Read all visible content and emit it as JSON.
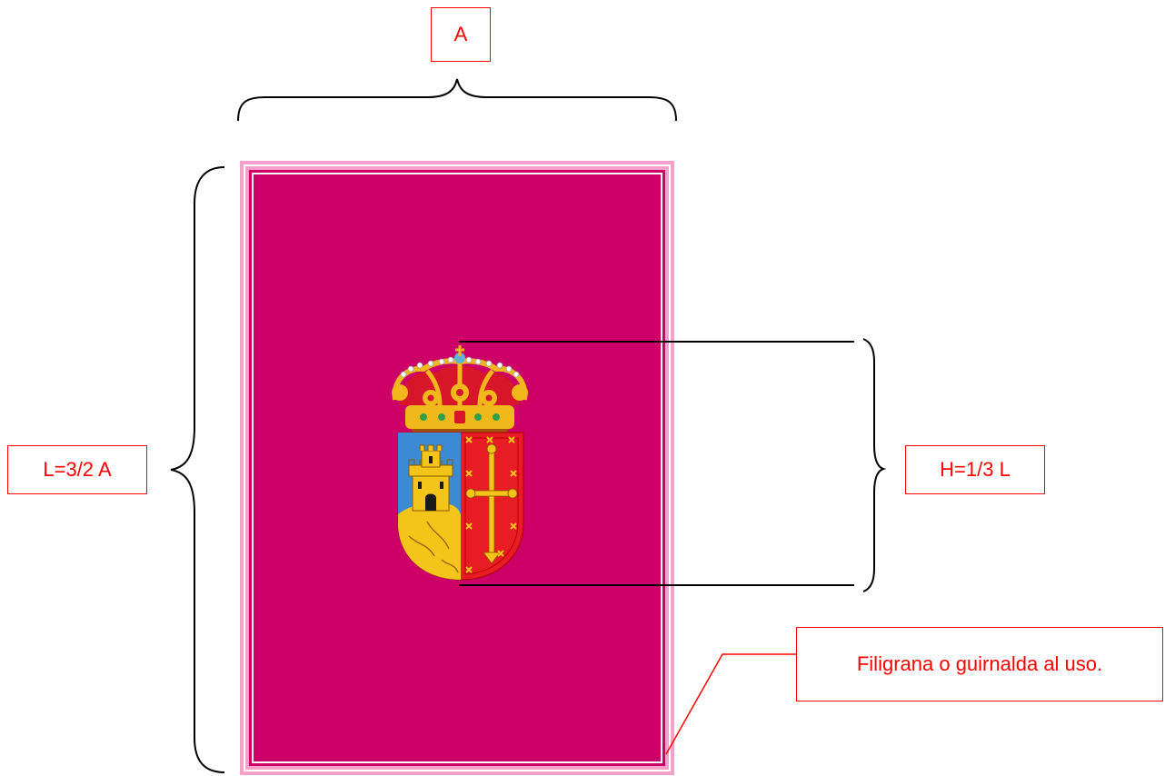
{
  "labels": {
    "width": "A",
    "length": "L=3/2 A",
    "emblem_height": "H=1/3 L",
    "border_note": "Filigrana o guirnalda al uso."
  },
  "colors": {
    "flag_field": "#cc0066",
    "border_light": "#f6a0cc",
    "border_inner": "#ffffff",
    "annotation": "#ff0000",
    "shield_blue": "#3a8ad6",
    "shield_gold": "#f3c51a",
    "shield_red": "#e81c24",
    "crown_gold": "#f0b81b",
    "crown_red": "#d8162a"
  },
  "icons": [
    "crown-icon",
    "coat-of-arms-icon",
    "castle-icon",
    "cross-icon"
  ]
}
